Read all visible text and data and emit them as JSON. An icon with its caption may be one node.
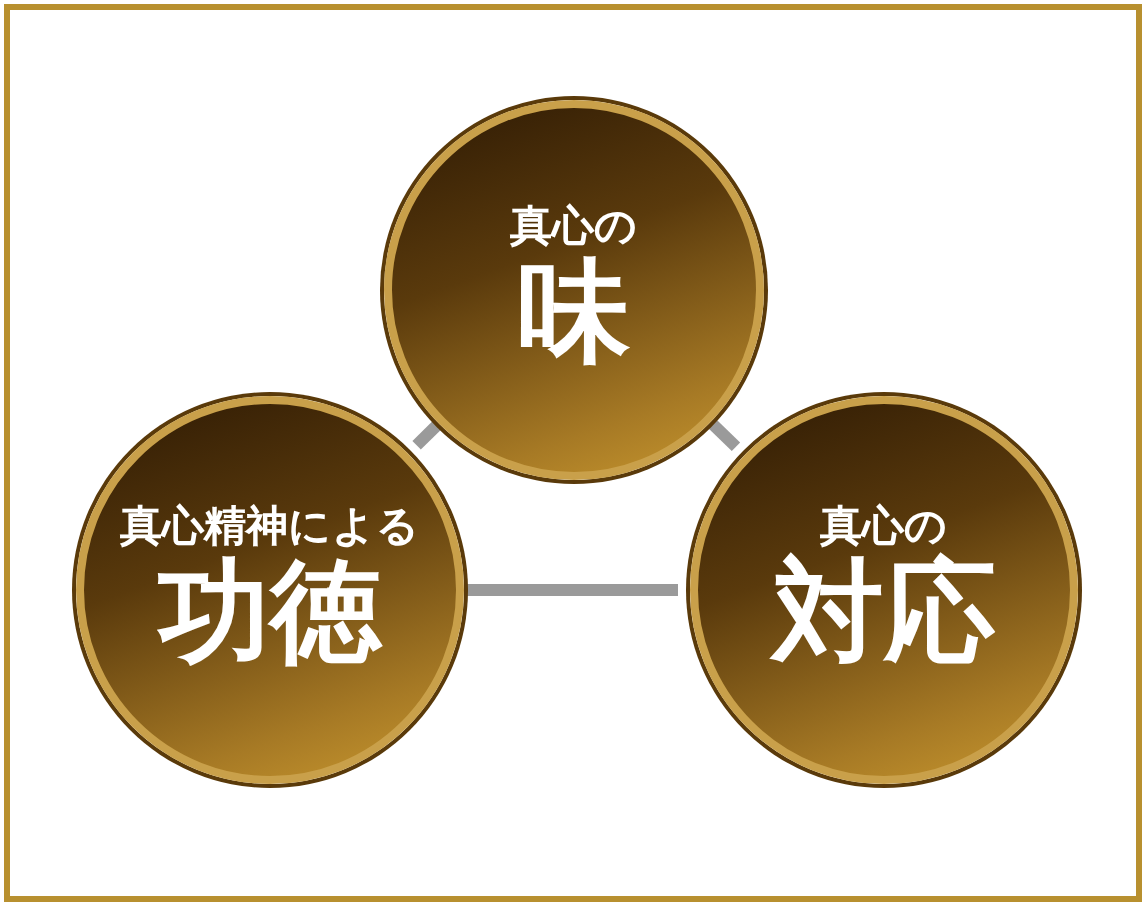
{
  "diagram": {
    "nodes": [
      {
        "text": [
          "真心の",
          "味"
        ]
      },
      {
        "text": [
          "真心精神による",
          "功徳"
        ]
      },
      {
        "text": [
          "真心の",
          "対応"
        ]
      }
    ],
    "edges": [
      {
        "from": 0,
        "to": 1,
        "arrow": "none"
      },
      {
        "from": 0,
        "to": 2,
        "arrow": "none"
      },
      {
        "from": 1,
        "to": 2,
        "arrow": "none"
      }
    ]
  }
}
